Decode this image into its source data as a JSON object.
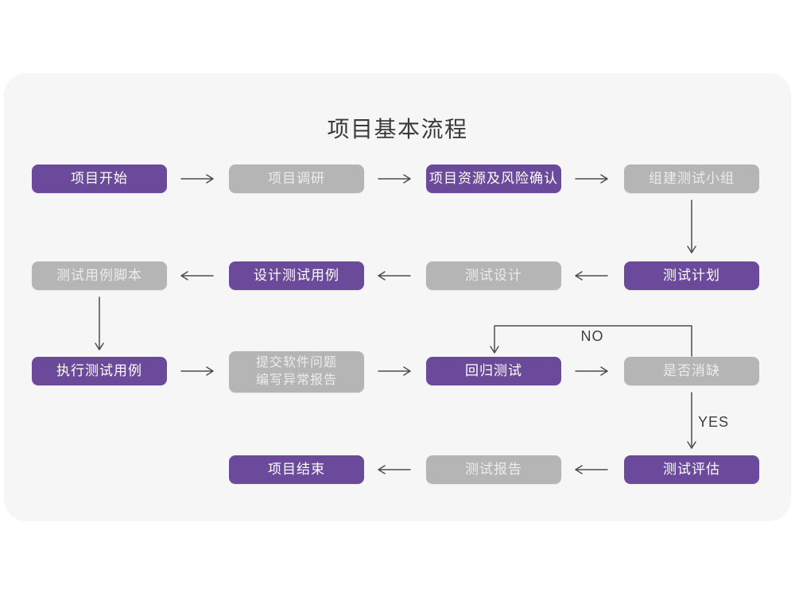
{
  "page": {
    "title": "项目基本流程"
  },
  "colors": {
    "node_purple": "#6b4a9b",
    "node_gray": "#b5b5b5",
    "card_background": "#f6f6f7",
    "page_background": "#ffffff",
    "arrow": "#4d4d4d",
    "title_text": "#3a3a3a"
  },
  "nodes": [
    {
      "id": "project-start",
      "label": "项目开始",
      "variant": "purple"
    },
    {
      "id": "project-research",
      "label": "项目调研",
      "variant": "gray"
    },
    {
      "id": "project-resources-risk",
      "label": "项目资源及风险确认",
      "variant": "purple"
    },
    {
      "id": "form-test-team",
      "label": "组建测试小组",
      "variant": "gray"
    },
    {
      "id": "test-plan",
      "label": "测试计划",
      "variant": "purple"
    },
    {
      "id": "test-design",
      "label": "测试设计",
      "variant": "gray"
    },
    {
      "id": "design-test-cases",
      "label": "设计测试用例",
      "variant": "purple"
    },
    {
      "id": "test-case-script",
      "label": "测试用例脚本",
      "variant": "gray"
    },
    {
      "id": "execute-test-cases",
      "label": "执行测试用例",
      "variant": "purple"
    },
    {
      "id": "submit-issue-report",
      "label": "提交软件问题\n编写异常报告",
      "variant": "gray"
    },
    {
      "id": "regression-test",
      "label": "回归测试",
      "variant": "purple"
    },
    {
      "id": "defect-resolved",
      "label": "是否消缺",
      "variant": "gray"
    },
    {
      "id": "test-evaluation",
      "label": "测试评估",
      "variant": "purple"
    },
    {
      "id": "test-report",
      "label": "测试报告",
      "variant": "gray"
    },
    {
      "id": "project-end",
      "label": "项目结束",
      "variant": "purple"
    }
  ],
  "edge_labels": {
    "no": "NO",
    "yes": "YES"
  },
  "edges": [
    {
      "from": "project-start",
      "to": "project-research"
    },
    {
      "from": "project-research",
      "to": "project-resources-risk"
    },
    {
      "from": "project-resources-risk",
      "to": "form-test-team"
    },
    {
      "from": "form-test-team",
      "to": "test-plan"
    },
    {
      "from": "test-plan",
      "to": "test-design"
    },
    {
      "from": "test-design",
      "to": "design-test-cases"
    },
    {
      "from": "design-test-cases",
      "to": "test-case-script"
    },
    {
      "from": "test-case-script",
      "to": "execute-test-cases"
    },
    {
      "from": "execute-test-cases",
      "to": "submit-issue-report"
    },
    {
      "from": "submit-issue-report",
      "to": "regression-test"
    },
    {
      "from": "regression-test",
      "to": "defect-resolved"
    },
    {
      "from": "defect-resolved",
      "to": "regression-test",
      "label": "NO"
    },
    {
      "from": "defect-resolved",
      "to": "test-evaluation",
      "label": "YES"
    },
    {
      "from": "test-evaluation",
      "to": "test-report"
    },
    {
      "from": "test-report",
      "to": "project-end"
    }
  ]
}
